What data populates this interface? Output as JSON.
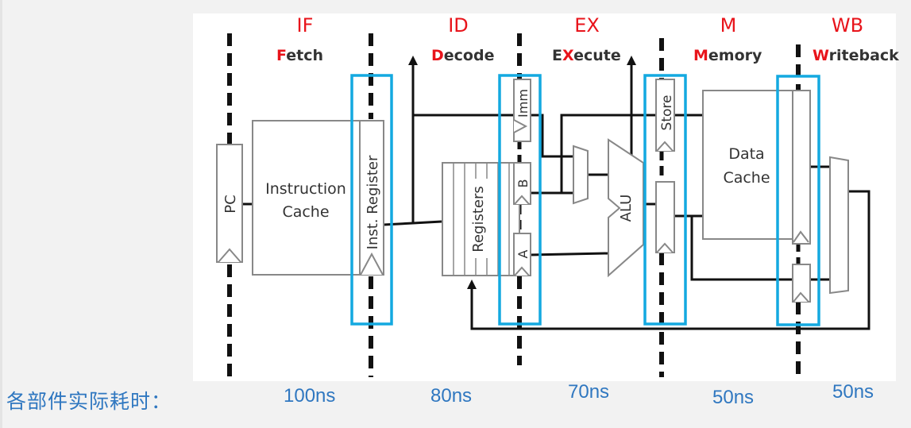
{
  "stages": [
    {
      "abbr": "IF",
      "name_hl": "F",
      "name_rest": "etch",
      "name_pre": ""
    },
    {
      "abbr": "ID",
      "name_hl": "D",
      "name_rest": "ecode",
      "name_pre": ""
    },
    {
      "abbr": "EX",
      "name_hl": "X",
      "name_rest": "ecute",
      "name_pre": "E"
    },
    {
      "abbr": "M",
      "name_hl": "M",
      "name_rest": "emory",
      "name_pre": ""
    },
    {
      "abbr": "WB",
      "name_hl": "W",
      "name_rest": "riteback",
      "name_pre": ""
    }
  ],
  "components": {
    "pc": "PC",
    "icache_line1": "Instruction",
    "icache_line2": "Cache",
    "inst_register": "Inst. Register",
    "registers": "Registers",
    "imm": "Imm",
    "reg_b": "B",
    "reg_a": "A",
    "alu": "ALU",
    "store": "Store",
    "dcache_line1": "Data",
    "dcache_line2": "Cache"
  },
  "timing": {
    "label": "各部件实际耗时：",
    "values": [
      "100ns",
      "80ns",
      "70ns",
      "50ns",
      "50ns"
    ]
  },
  "colors": {
    "stage_highlight": "#e8141b",
    "pipeline_register_box": "#13a9e0",
    "timing_text": "#2f77c0"
  }
}
